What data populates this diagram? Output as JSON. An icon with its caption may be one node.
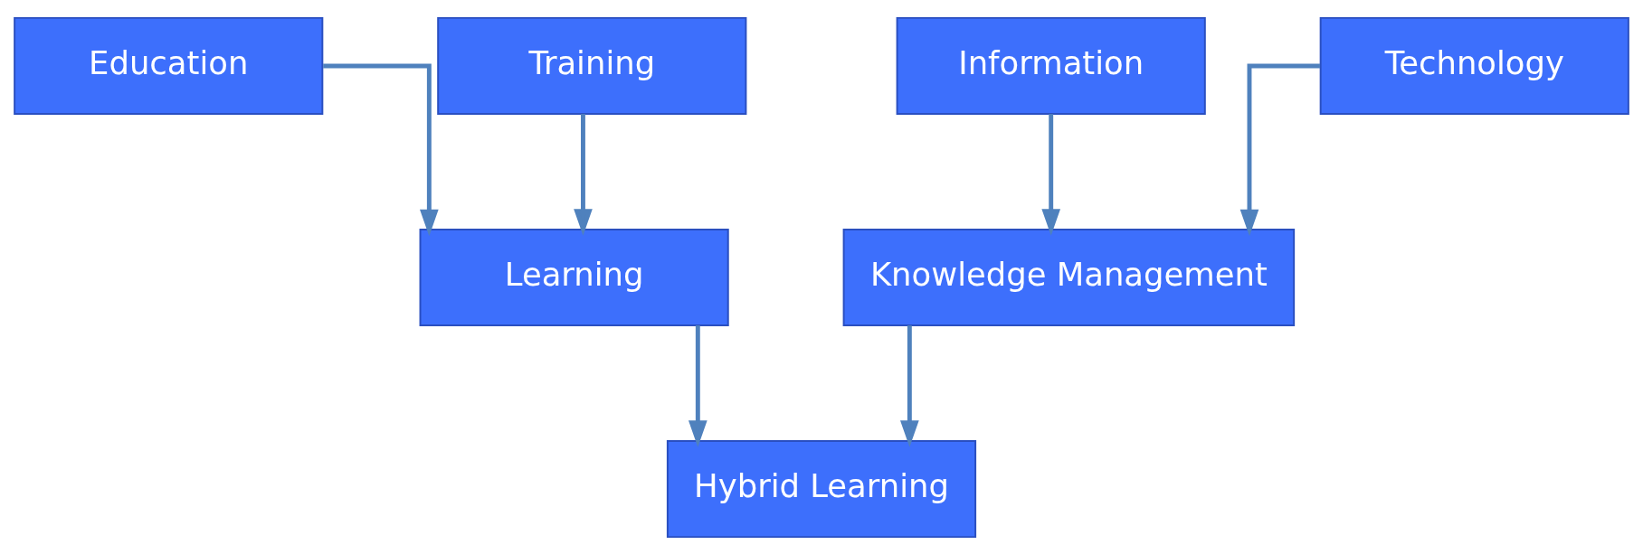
{
  "diagram": {
    "nodes": [
      {
        "text": [
          "Education"
        ]
      },
      {
        "text": [
          "Training"
        ]
      },
      {
        "text": [
          "Information"
        ]
      },
      {
        "text": [
          "Technology"
        ]
      },
      {
        "text": [
          "Learning"
        ]
      },
      {
        "text": [
          "Knowledge Management"
        ]
      },
      {
        "text": [
          "Hybrid Learning"
        ]
      }
    ],
    "edges": [
      {
        "from": 0,
        "to": 4,
        "arrow": "to"
      },
      {
        "from": 1,
        "to": 4,
        "arrow": "to"
      },
      {
        "from": 2,
        "to": 5,
        "arrow": "to"
      },
      {
        "from": 3,
        "to": 5,
        "arrow": "to"
      },
      {
        "from": 4,
        "to": 6,
        "arrow": "to"
      },
      {
        "from": 5,
        "to": 6,
        "arrow": "to"
      }
    ]
  }
}
